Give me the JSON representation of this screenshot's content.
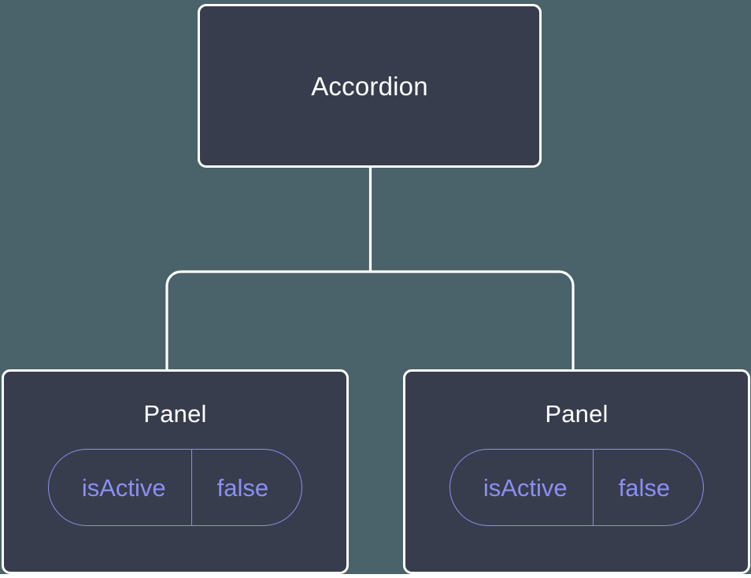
{
  "diagram": {
    "type": "component-tree",
    "background_color": "#4a6269",
    "node_fill_color": "#373d4c",
    "node_border_color": "#ffffff",
    "edge_color": "#ffffff",
    "prop_color": "#8b8ff3",
    "title_color": "#ffffff"
  },
  "root": {
    "label": "Accordion"
  },
  "children": [
    {
      "label": "Panel",
      "props": [
        {
          "key": "isActive",
          "value": "false"
        }
      ]
    },
    {
      "label": "Panel",
      "props": [
        {
          "key": "isActive",
          "value": "false"
        }
      ]
    }
  ]
}
